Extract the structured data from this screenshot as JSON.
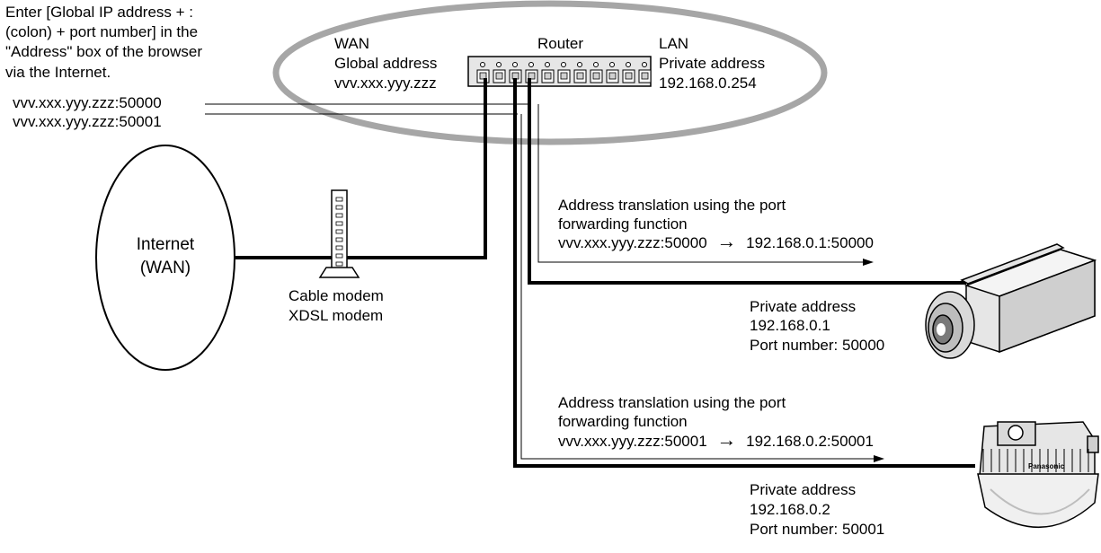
{
  "instructions": {
    "lines": [
      "Enter [Global IP address + :",
      "(colon) + port number] in the",
      "\"Address\" box of the browser",
      " via the Internet."
    ],
    "address_1": "vvv.xxx.yyy.zzz:50000",
    "address_2": "vvv.xxx.yyy.zzz:50001"
  },
  "router": {
    "label": "Router",
    "wan": {
      "title": "WAN",
      "lines": [
        "Global address",
        "vvv.xxx.yyy.zzz"
      ]
    },
    "lan": {
      "title": "LAN",
      "lines": [
        "Private address",
        "192.168.0.254"
      ]
    }
  },
  "internet": {
    "lines": [
      "Internet",
      "(WAN)"
    ]
  },
  "modem": {
    "lines": [
      "Cable modem",
      "XDSL modem"
    ]
  },
  "camera_1": {
    "translation_lines": [
      "Address translation using the port",
      "forwarding function"
    ],
    "translation_from": "vvv.xxx.yyy.zzz:50000",
    "translation_arrow": "→",
    "translation_to": "192.168.0.1:50000",
    "info_lines": [
      "Private address",
      "192.168.0.1",
      "Port number: 50000"
    ]
  },
  "camera_2": {
    "translation_lines": [
      "Address translation using the port",
      "forwarding function"
    ],
    "translation_from": "vvv.xxx.yyy.zzz:50001",
    "translation_arrow": "→",
    "translation_to": "192.168.0.2:50001",
    "info_lines": [
      "Private address",
      "192.168.0.2",
      "Port number: 50001"
    ],
    "brand": "Panasonic"
  },
  "colors": {
    "ellipse_stroke": "#a6a6a6",
    "line": "#000000",
    "camera_body": "#e6e6e6",
    "camera_shade": "#bdbdbd"
  }
}
